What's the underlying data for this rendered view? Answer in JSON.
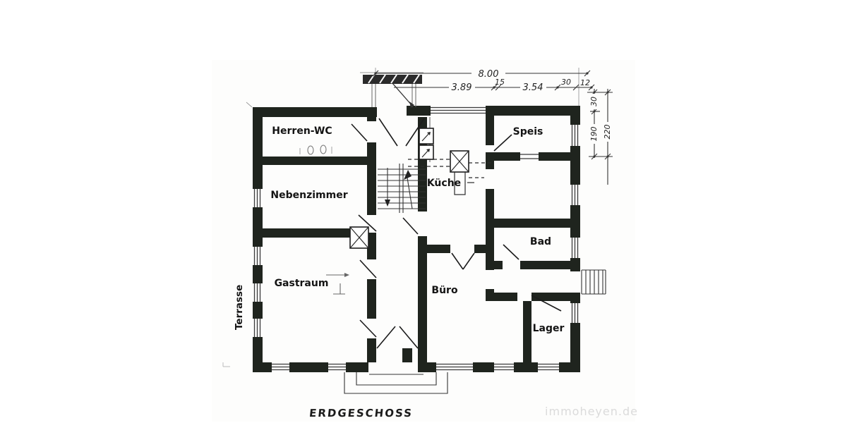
{
  "plan": {
    "rooms": {
      "herren_wc": {
        "label": "Herren-WC"
      },
      "nebenzimmer": {
        "label": "Nebenzimmer"
      },
      "gastraum": {
        "label": "Gastraum"
      },
      "kueche": {
        "label": "Küche"
      },
      "buero": {
        "label": "Büro"
      },
      "speis": {
        "label": "Speis"
      },
      "bad": {
        "label": "Bad"
      },
      "lager": {
        "label": "Lager"
      },
      "terrasse": {
        "label": "Terrasse"
      }
    },
    "dimensions": {
      "total_width": "8.00",
      "segments": [
        "3.89",
        "15",
        "3.54",
        "30",
        "12"
      ],
      "right_top": "30",
      "right_inner": "190",
      "right_outer": "220"
    },
    "floor_caption": "ERDGESCHOSS",
    "watermark": "immoheyen.de",
    "colors": {
      "wall": "#1f241e",
      "pencil_line": "#333333",
      "label_text": "#141414",
      "watermark_text": "#dbdbdb"
    }
  }
}
